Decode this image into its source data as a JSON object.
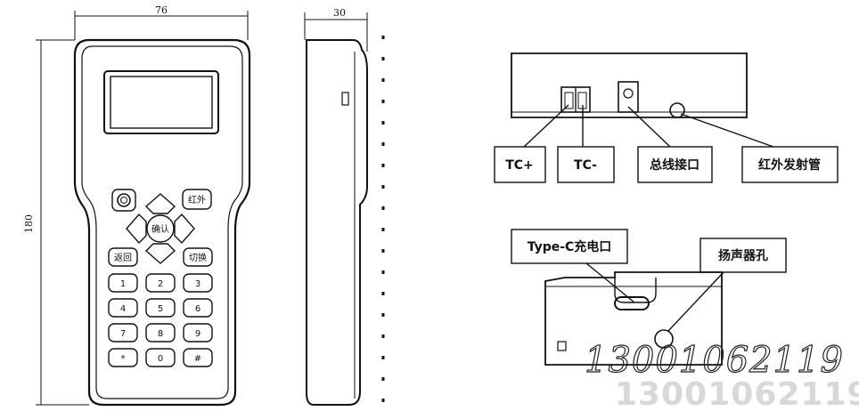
{
  "device_front": {
    "width_dim": "76",
    "height_dim": "180",
    "keys": {
      "power": "",
      "ir": "红外",
      "ok": "确认",
      "back": "返回",
      "switch": "切换",
      "digits": [
        "1",
        "2",
        "3",
        "4",
        "5",
        "6",
        "7",
        "8",
        "9",
        "*",
        "0",
        "#"
      ]
    }
  },
  "device_side": {
    "depth_dim": "30"
  },
  "top_view": {
    "labels": {
      "tc_plus": "TC+",
      "tc_minus": "TC-",
      "bus_port": "总线接口",
      "ir_emitter": "红外发射管"
    }
  },
  "bottom_view": {
    "labels": {
      "usb_c": "Type-C充电口",
      "speaker": "扬声器孔"
    }
  },
  "watermark": {
    "phone_outline": "13001062119",
    "phone_solid": "13001062119"
  },
  "colors": {
    "line": "#111111",
    "background": "#ffffff"
  }
}
